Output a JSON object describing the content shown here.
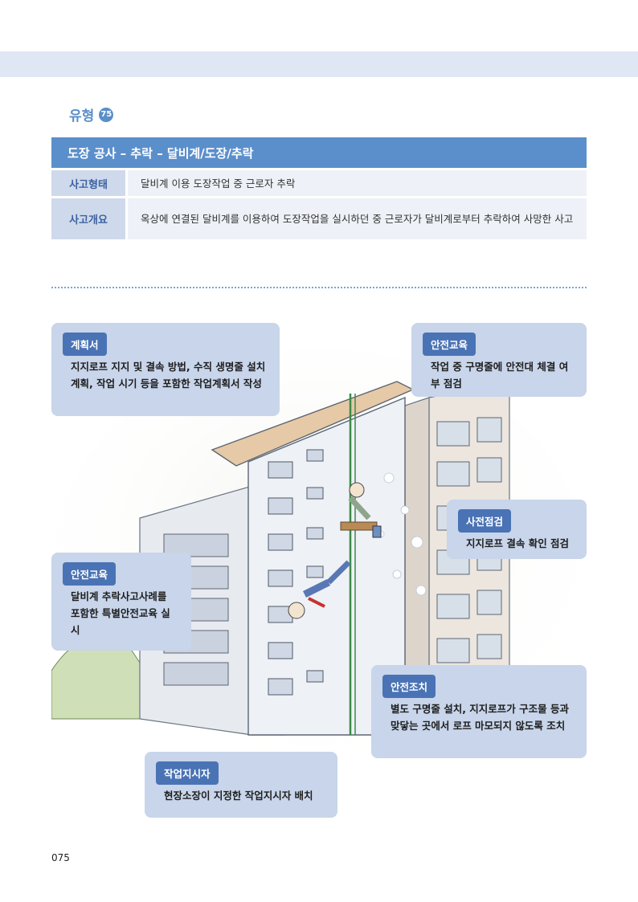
{
  "header": {
    "type_label": "유형",
    "type_number": "75"
  },
  "title": "도장 공사 – 추락 – 달비계/도장/추락",
  "info": [
    {
      "key": "사고형태",
      "value": "달비계 이용 도장작업 중 근로자 추락"
    },
    {
      "key": "사고개요",
      "value": "옥상에 연결된 달비계를 이용하여 도장작업을 실시하던 중 근로자가 달비계로부터 추락하여 사망한 사고"
    }
  ],
  "callouts": {
    "plan": {
      "tag": "계획서",
      "text": "지지로프 지지 및 결속 방법, 수직 생명줄 설치 계획, 작업 시기 등을 포함한 작업계획서 작성"
    },
    "edu_right": {
      "tag": "안전교육",
      "text": "작업 중 구명줄에 안전대 체결 여부 점검"
    },
    "precheck": {
      "tag": "사전점검",
      "text": "지지로프 결속 확인 점검"
    },
    "edu_left": {
      "tag": "안전교육",
      "text": "달비계 추락사고사례를 포함한 특별안전교육 실시"
    },
    "measure": {
      "tag": "안전조치",
      "text": "별도 구명줄 설치, 지지로프가 구조물 등과 맞닿는 곳에서 로프 마모되지 않도록 조치"
    },
    "supervisor": {
      "tag": "작업지시자",
      "text": "현장소장이 지정한 작업지시자 배치"
    }
  },
  "page_number": "075"
}
